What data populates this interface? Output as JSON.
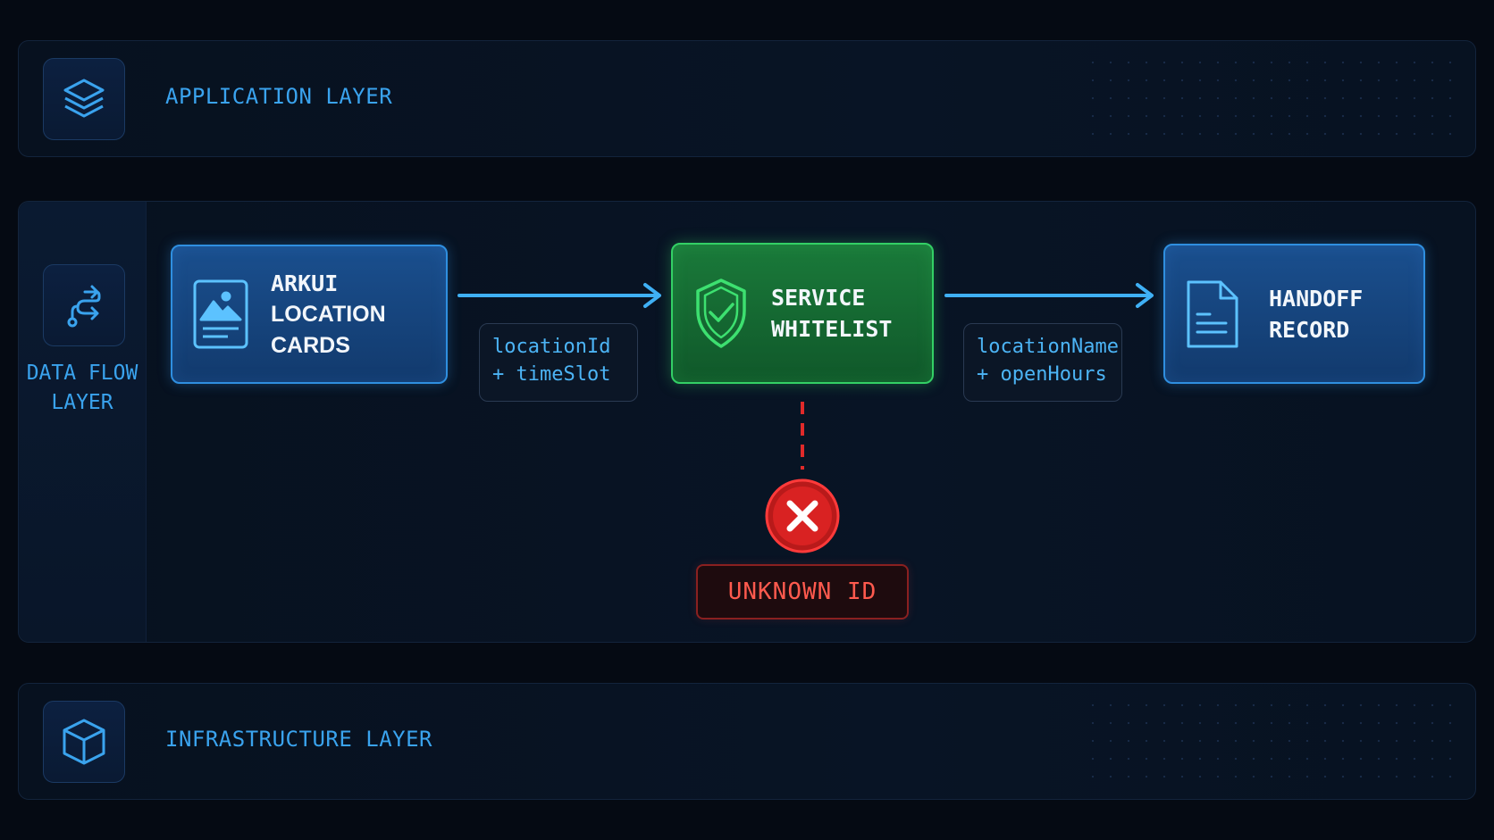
{
  "layers": {
    "application": {
      "label": "APPLICATION LAYER",
      "icon": "layers-stack-icon"
    },
    "data_flow": {
      "label_line1": "DATA FLOW",
      "label_line2": "LAYER",
      "icon": "flow-branch-icon"
    },
    "infrastructure": {
      "label": "INFRASTRUCTURE LAYER",
      "icon": "cube-icon"
    }
  },
  "nodes": {
    "source": {
      "line1": "ARKUI",
      "line2": "LOCATION CARDS",
      "icon": "image-card-icon",
      "color": "#2f8fe0"
    },
    "whitelist": {
      "line1": "SERVICE",
      "line2": "WHITELIST",
      "icon": "shield-check-icon",
      "color": "#33d065"
    },
    "target": {
      "line1": "HANDOFF",
      "line2": "RECORD",
      "icon": "document-icon",
      "color": "#2f8fe0"
    }
  },
  "edges": {
    "source_to_whitelist": {
      "line1": "locationId",
      "line2": "+ timeSlot"
    },
    "whitelist_to_target": {
      "line1": "locationName",
      "line2": "+ openHours"
    }
  },
  "rejection": {
    "label": "UNKNOWN ID",
    "icon": "x-circle-icon",
    "color": "#e02a2a"
  },
  "colors": {
    "background": "#050a13",
    "accent_blue": "#3aa3ee",
    "accent_green": "#33d065",
    "error_red": "#ff5a4e"
  }
}
